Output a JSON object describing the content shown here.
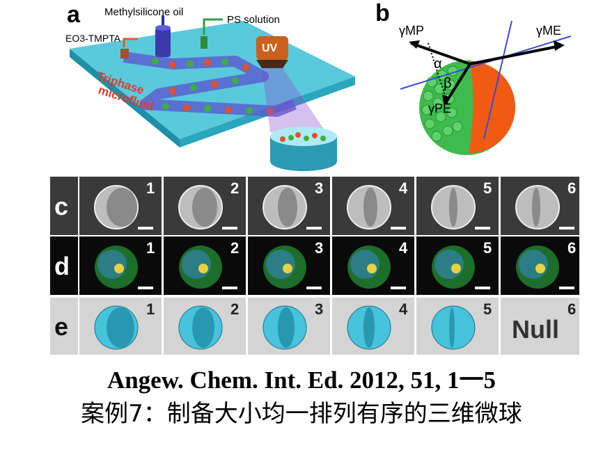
{
  "panel_a": {
    "label": "a",
    "inputs": [
      "Methylsilicone oil",
      "PS solution",
      "EO3-TMPTA"
    ],
    "device_label": [
      "Triphase",
      "microfluid"
    ],
    "uv_label": "UV"
  },
  "panel_b": {
    "label": "b",
    "tensions": [
      "γMP",
      "γME",
      "γPE"
    ],
    "angles": [
      "α",
      "β"
    ]
  },
  "rows": [
    {
      "label": "c",
      "kind": "SEM",
      "cells": [
        "1",
        "2",
        "3",
        "4",
        "5",
        "6"
      ]
    },
    {
      "label": "d",
      "kind": "fluorescence",
      "cells": [
        "1",
        "2",
        "3",
        "4",
        "5",
        "6"
      ]
    },
    {
      "label": "e",
      "kind": "simulation",
      "cells": [
        "1",
        "2",
        "3",
        "4",
        "5",
        "6"
      ],
      "null_text": "Null"
    }
  ],
  "citation": "Angew. Chem. Int. Ed. 2012, 51, 1一5",
  "case_title": "案例7：制备大小均一排列有序的三维微球",
  "colors": {
    "green": "#3cb043",
    "orange": "#f05a12",
    "cyan": "#47c3dc",
    "blue": "#3a3aa8"
  }
}
